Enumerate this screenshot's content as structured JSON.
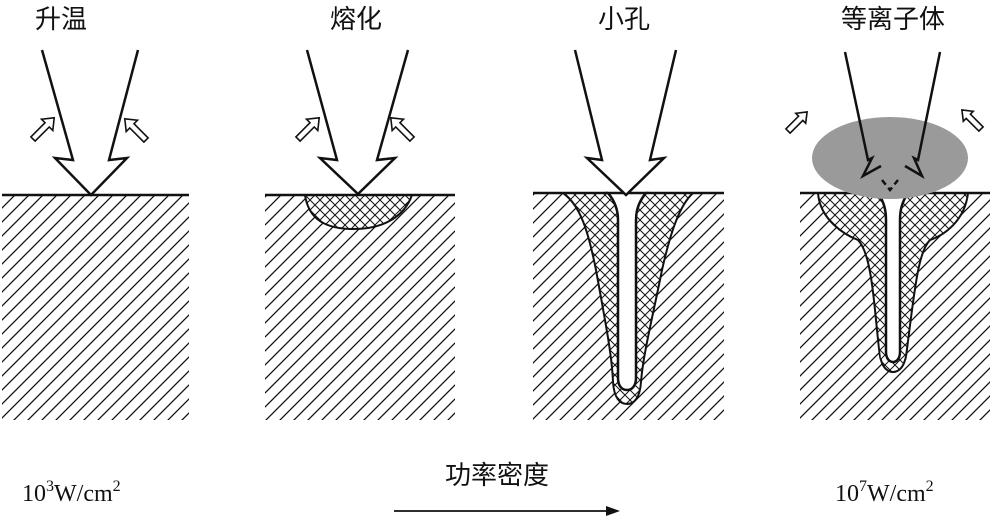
{
  "stages": [
    {
      "label": "升温"
    },
    {
      "label": "熔化"
    },
    {
      "label": "小孔"
    },
    {
      "label": "等离子体"
    }
  ],
  "axis": {
    "label": "功率密度",
    "low": {
      "base": "10",
      "exp": "3",
      "unit": "W/cm",
      "unit_exp": "2"
    },
    "high": {
      "base": "10",
      "exp": "7",
      "unit": "W/cm",
      "unit_exp": "2"
    }
  },
  "colors": {
    "ink": "#111111",
    "plasma": "#9a9a9a"
  }
}
